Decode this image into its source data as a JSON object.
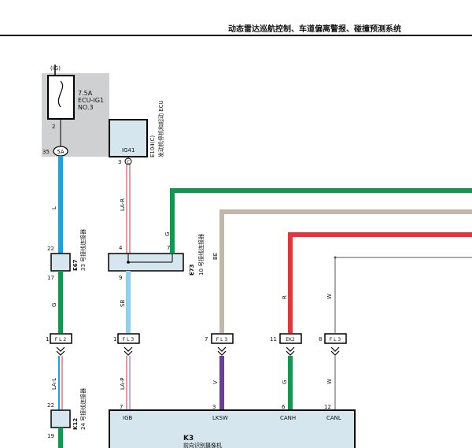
{
  "header": {
    "title": "动态雷达巡航控制、车道偏离警报、碰撞预测系统"
  },
  "power": {
    "label": "(IG)"
  },
  "fuse": {
    "rating": "7.5A",
    "name": "ECU-IG1",
    "number": "NO.3",
    "pin": "2"
  },
  "fuse_block": {
    "pin": "35",
    "code": "5A"
  },
  "ecu": {
    "code": "E104(C)",
    "desc": "发动机停机和起动 ECU",
    "terminal": "IG41",
    "pin": "3",
    "pin_code": "C"
  },
  "wires": {
    "l": "L",
    "g1": "G",
    "la_l": "LA-L",
    "la_r": "LA-R",
    "sb": "SB",
    "la_p": "LA-P",
    "g_top": "G",
    "be": "BE",
    "r": "R",
    "w1": "W",
    "v": "V",
    "g2": "G",
    "w2": "W"
  },
  "connectors": {
    "e67": {
      "code": "E67",
      "desc": "33 号接线连接器",
      "top": "22",
      "bottom": "17"
    },
    "e73": {
      "code": "E73",
      "desc": "10 号接线连接器",
      "left": "4",
      "right": "7",
      "bottom": "9"
    },
    "k12": {
      "code": "K12",
      "desc": "24 号接线连接器",
      "top": "22",
      "bottom": "19"
    },
    "inline": [
      {
        "pin": "1",
        "code": "F L 2"
      },
      {
        "pin": "1",
        "code": "F L 3"
      },
      {
        "pin": "7",
        "code": "F L 3"
      },
      {
        "pin": "11",
        "code": "EK2"
      },
      {
        "pin": "8",
        "code": "F L 3"
      }
    ]
  },
  "module": {
    "code": "K3",
    "desc": "前向识别摄像机",
    "pins": [
      {
        "num": "7",
        "name": "IGB"
      },
      {
        "num": "3",
        "name": "LKSW"
      },
      {
        "num": "6",
        "name": "CANH"
      },
      {
        "num": "12",
        "name": "CANL"
      }
    ]
  },
  "colors": {
    "blue": "#1aa3e0",
    "green": "#0c9a4e",
    "tan": "#c2b8aa",
    "red": "#e8333a",
    "pink": "#e39aa3",
    "lightblue": "#8fd0ec",
    "purple": "#6a3d9a",
    "panel": "#d6e6ee",
    "fuse_gray": "#cfd0d2"
  }
}
